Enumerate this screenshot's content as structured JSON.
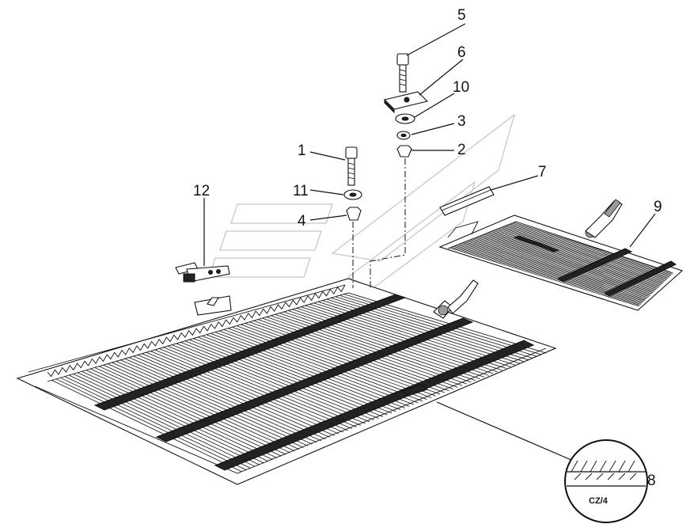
{
  "diagram": {
    "callouts": [
      {
        "id": "1",
        "label": "1"
      },
      {
        "id": "2",
        "label": "2"
      },
      {
        "id": "3",
        "label": "3"
      },
      {
        "id": "4",
        "label": "4"
      },
      {
        "id": "5",
        "label": "5"
      },
      {
        "id": "6",
        "label": "6"
      },
      {
        "id": "7",
        "label": "7"
      },
      {
        "id": "8",
        "label": "8"
      },
      {
        "id": "9",
        "label": "9"
      },
      {
        "id": "10",
        "label": "10"
      },
      {
        "id": "11",
        "label": "11"
      },
      {
        "id": "12",
        "label": "12"
      }
    ],
    "detail_text": "CZ/4"
  }
}
